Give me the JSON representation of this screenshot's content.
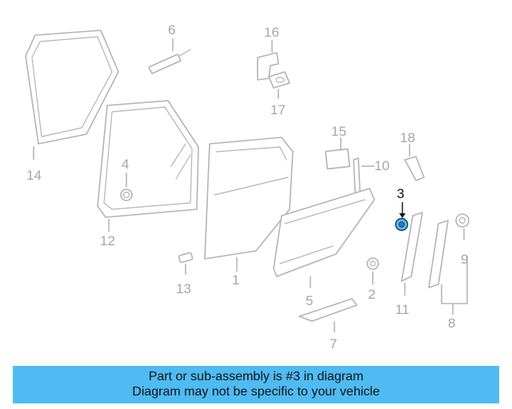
{
  "diagram": {
    "callouts": [
      "1",
      "2",
      "3",
      "4",
      "5",
      "6",
      "7",
      "8",
      "9",
      "10",
      "11",
      "12",
      "13",
      "14",
      "15",
      "16",
      "17",
      "18"
    ],
    "highlighted_part": "3",
    "highlight_color": "#4fbbf3",
    "line_color": "#b4b4b4"
  },
  "banner": {
    "line1": "Part or sub-assembly is #3 in diagram",
    "line2": "Diagram may not be specific to your vehicle",
    "color": "#4fbbf3"
  }
}
